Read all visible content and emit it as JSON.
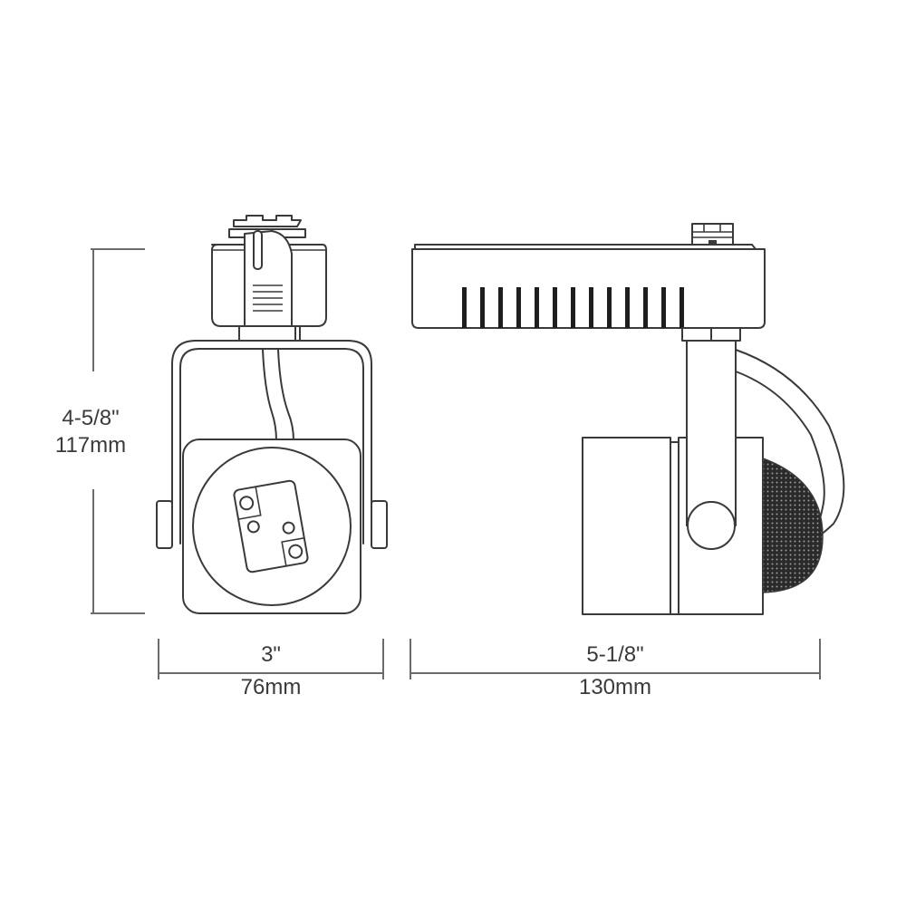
{
  "diagram": {
    "subject": "track light fixture dimension drawing",
    "views": [
      {
        "name": "front-view"
      },
      {
        "name": "side-view"
      }
    ],
    "dimensions": {
      "height": {
        "imperial": "4-5/8\"",
        "metric": "117mm"
      },
      "width": {
        "imperial": "3\"",
        "metric": "76mm"
      },
      "length": {
        "imperial": "5-1/8\"",
        "metric": "130mm"
      }
    },
    "colors": {
      "line": "#3a3a3a",
      "dimension_line": "#6b6b6b",
      "background": "#ffffff"
    },
    "heatsink_slot_count": 13
  }
}
